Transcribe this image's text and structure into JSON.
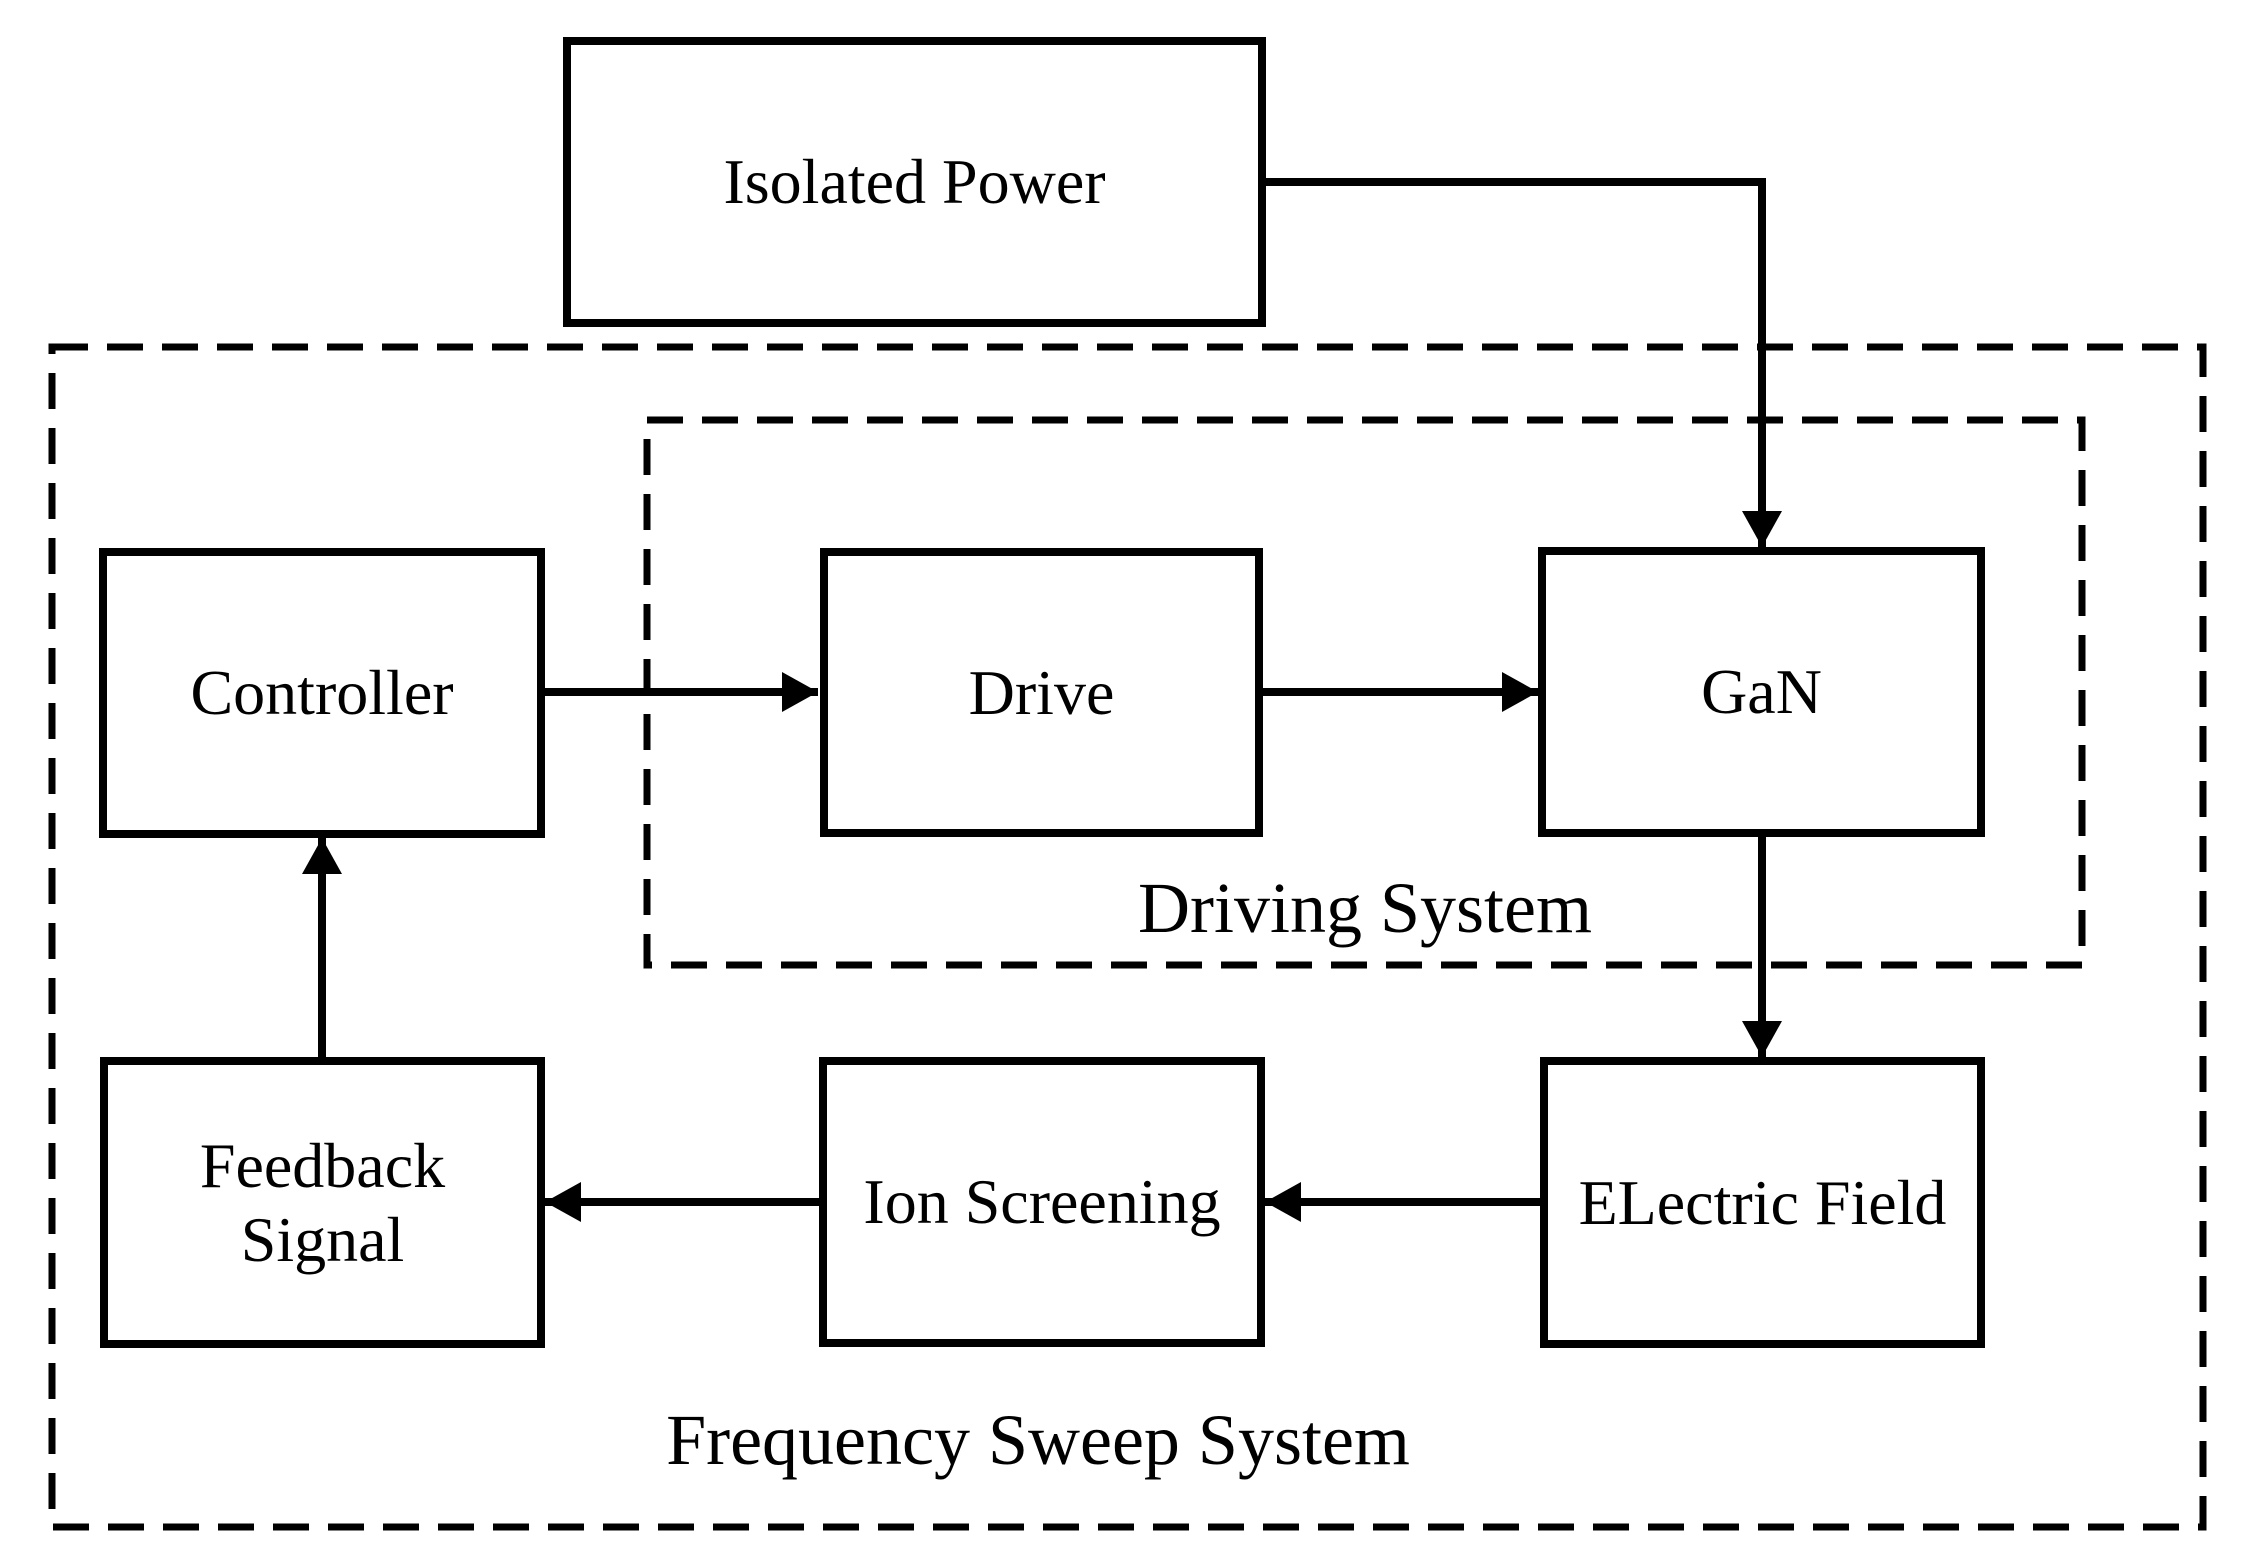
{
  "diagram": {
    "nodes": {
      "isolated_power": {
        "label": "Isolated Power"
      },
      "controller": {
        "label": "Controller"
      },
      "drive": {
        "label": "Drive"
      },
      "gan": {
        "label": "GaN"
      },
      "feedback": {
        "label_line1": "Feedback",
        "label_line2": "Signal"
      },
      "ion_screening": {
        "label": "Ion Screening"
      },
      "electric_field": {
        "label": "ELectric Field"
      }
    },
    "groups": {
      "driving_system": {
        "label": "Driving System"
      },
      "frequency_sweep_system": {
        "label": "Frequency Sweep System"
      }
    },
    "colors": {
      "line": "#000000",
      "background": "#ffffff"
    }
  }
}
